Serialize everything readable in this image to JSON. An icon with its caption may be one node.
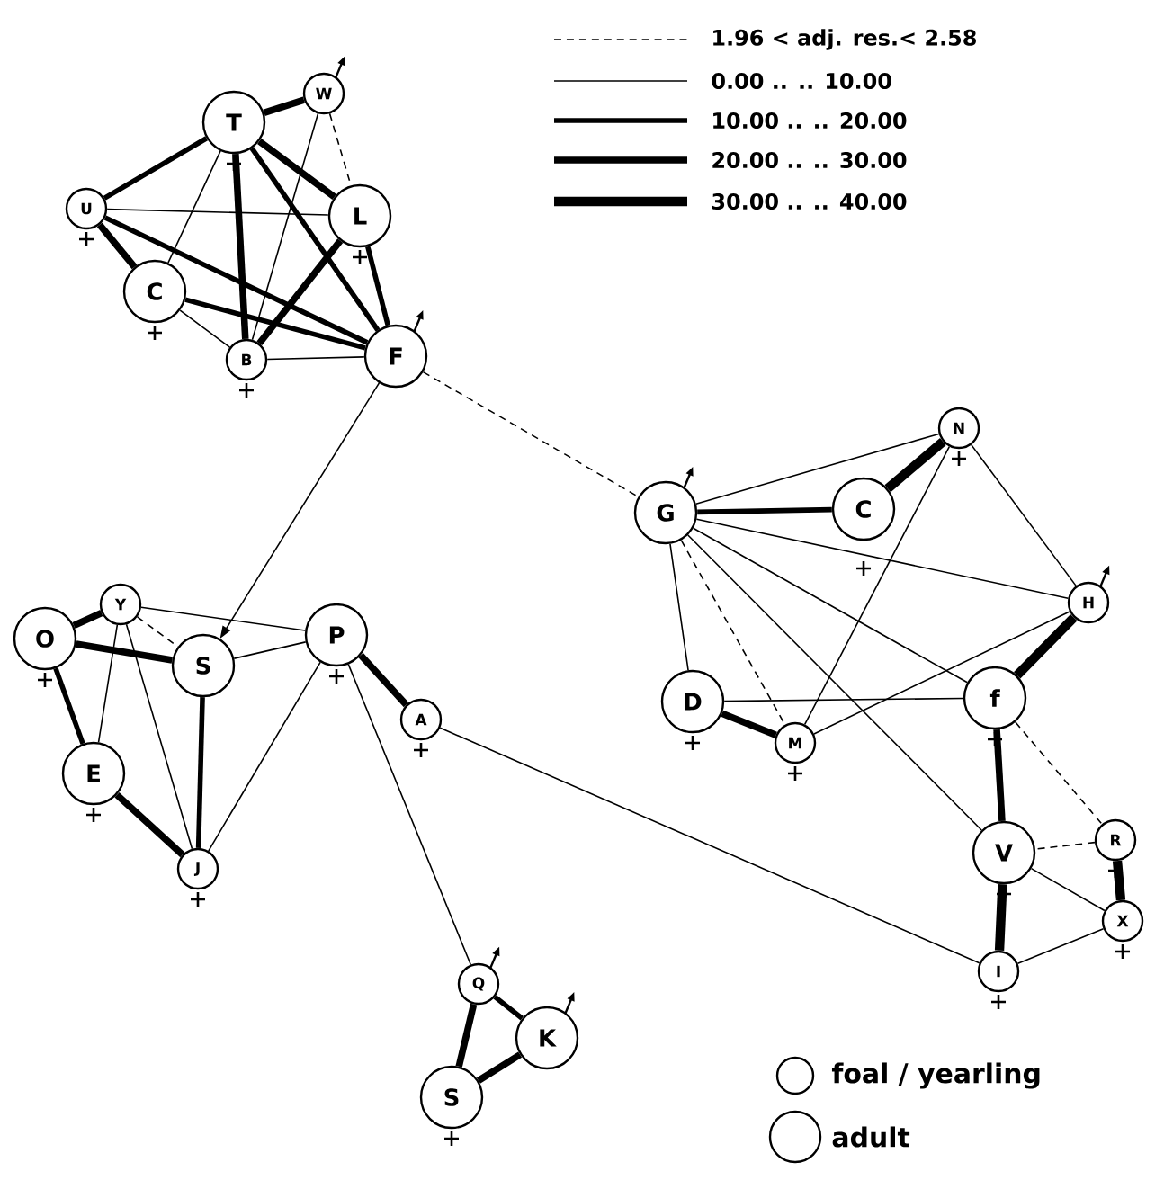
{
  "diagram": {
    "nodes": [
      {
        "text": [
          "T"
        ]
      },
      {
        "text": [
          "W"
        ]
      },
      {
        "text": [
          "U"
        ]
      },
      {
        "text": [
          "L"
        ]
      },
      {
        "text": [
          "C"
        ]
      },
      {
        "text": [
          "B"
        ]
      },
      {
        "text": [
          "F"
        ]
      },
      {
        "text": [
          "G"
        ]
      },
      {
        "text": [
          "C"
        ]
      },
      {
        "text": [
          "N"
        ]
      },
      {
        "text": [
          "H"
        ]
      },
      {
        "text": [
          "D"
        ]
      },
      {
        "text": [
          "M"
        ]
      },
      {
        "text": [
          "f"
        ]
      },
      {
        "text": [
          "R"
        ]
      },
      {
        "text": [
          "V"
        ]
      },
      {
        "text": [
          "X"
        ]
      },
      {
        "text": [
          "I"
        ]
      },
      {
        "text": [
          "Y"
        ]
      },
      {
        "text": [
          "O"
        ]
      },
      {
        "text": [
          "S"
        ]
      },
      {
        "text": [
          "P"
        ]
      },
      {
        "text": [
          "A"
        ]
      },
      {
        "text": [
          "E"
        ]
      },
      {
        "text": [
          "J"
        ]
      },
      {
        "text": [
          "Q"
        ]
      },
      {
        "text": [
          "K"
        ]
      },
      {
        "text": [
          "S"
        ]
      }
    ],
    "edges": [
      {
        "from": 0,
        "to": 1,
        "arrow": "none",
        "style": "thick"
      },
      {
        "from": 1,
        "to": 3,
        "arrow": "none",
        "style": "dashed"
      },
      {
        "from": 1,
        "to": 5,
        "arrow": "none"
      },
      {
        "from": 0,
        "to": 2,
        "arrow": "none",
        "style": "thick"
      },
      {
        "from": 0,
        "to": 4,
        "arrow": "none"
      },
      {
        "from": 0,
        "to": 5,
        "arrow": "none",
        "style": "thick"
      },
      {
        "from": 0,
        "to": 3,
        "arrow": "none",
        "style": "thick"
      },
      {
        "from": 0,
        "to": 6,
        "arrow": "none",
        "style": "thick"
      },
      {
        "from": 2,
        "to": 3,
        "arrow": "none"
      },
      {
        "from": 2,
        "to": 4,
        "arrow": "none",
        "style": "thick"
      },
      {
        "from": 2,
        "to": 6,
        "arrow": "none",
        "style": "thick"
      },
      {
        "from": 4,
        "to": 6,
        "arrow": "none",
        "style": "thick"
      },
      {
        "from": 4,
        "to": 5,
        "arrow": "none"
      },
      {
        "from": 3,
        "to": 5,
        "arrow": "none",
        "style": "thick"
      },
      {
        "from": 3,
        "to": 6,
        "arrow": "none",
        "style": "thick"
      },
      {
        "from": 5,
        "to": 6,
        "arrow": "none"
      },
      {
        "from": 6,
        "to": 7,
        "arrow": "none",
        "style": "dashed"
      },
      {
        "from": 6,
        "to": 20,
        "arrow": "to"
      },
      {
        "from": 7,
        "to": 9,
        "arrow": "none"
      },
      {
        "from": 7,
        "to": 8,
        "arrow": "none",
        "style": "thick"
      },
      {
        "from": 8,
        "to": 9,
        "arrow": "none",
        "style": "thick"
      },
      {
        "from": 7,
        "to": 10,
        "arrow": "none"
      },
      {
        "from": 7,
        "to": 11,
        "arrow": "none"
      },
      {
        "from": 7,
        "to": 12,
        "arrow": "none",
        "style": "dashed"
      },
      {
        "from": 7,
        "to": 15,
        "arrow": "none"
      },
      {
        "from": 7,
        "to": 13,
        "arrow": "none"
      },
      {
        "from": 9,
        "to": 12,
        "arrow": "none"
      },
      {
        "from": 9,
        "to": 10,
        "arrow": "none"
      },
      {
        "from": 10,
        "to": 13,
        "arrow": "none",
        "style": "thick"
      },
      {
        "from": 10,
        "to": 12,
        "arrow": "none"
      },
      {
        "from": 11,
        "to": 13,
        "arrow": "none"
      },
      {
        "from": 11,
        "to": 12,
        "arrow": "none",
        "style": "thick"
      },
      {
        "from": 13,
        "to": 15,
        "arrow": "none",
        "style": "thick"
      },
      {
        "from": 13,
        "to": 14,
        "arrow": "none",
        "style": "dashed"
      },
      {
        "from": 14,
        "to": 15,
        "arrow": "none",
        "style": "dashed"
      },
      {
        "from": 14,
        "to": 16,
        "arrow": "none",
        "style": "thick"
      },
      {
        "from": 15,
        "to": 16,
        "arrow": "none"
      },
      {
        "from": 15,
        "to": 17,
        "arrow": "none",
        "style": "thick"
      },
      {
        "from": 17,
        "to": 16,
        "arrow": "none"
      },
      {
        "from": 22,
        "to": 17,
        "arrow": "none"
      },
      {
        "from": 18,
        "to": 19,
        "arrow": "none",
        "style": "thick"
      },
      {
        "from": 18,
        "to": 20,
        "arrow": "none",
        "style": "dashed"
      },
      {
        "from": 18,
        "to": 21,
        "arrow": "none"
      },
      {
        "from": 18,
        "to": 23,
        "arrow": "none"
      },
      {
        "from": 18,
        "to": 24,
        "arrow": "none"
      },
      {
        "from": 19,
        "to": 20,
        "arrow": "none",
        "style": "thick"
      },
      {
        "from": 19,
        "to": 23,
        "arrow": "none",
        "style": "thick"
      },
      {
        "from": 20,
        "to": 21,
        "arrow": "none"
      },
      {
        "from": 20,
        "to": 24,
        "arrow": "none",
        "style": "thick"
      },
      {
        "from": 21,
        "to": 24,
        "arrow": "none"
      },
      {
        "from": 23,
        "to": 24,
        "arrow": "none",
        "style": "thick"
      },
      {
        "from": 21,
        "to": 22,
        "arrow": "none",
        "style": "thick"
      },
      {
        "from": 21,
        "to": 25,
        "arrow": "none"
      },
      {
        "from": 25,
        "to": 27,
        "arrow": "none",
        "style": "thick"
      },
      {
        "from": 25,
        "to": 26,
        "arrow": "none",
        "style": "thick"
      },
      {
        "from": 27,
        "to": 26,
        "arrow": "none",
        "style": "thick"
      }
    ],
    "legend": [
      {
        "text": "1.96 < adj. res.< 2.58"
      },
      {
        "text": "0.00 .. .. 10.00"
      },
      {
        "text": "10.00 .. .. 20.00"
      },
      {
        "text": "20.00 .. .. 30.00"
      },
      {
        "text": "30.00 .. .. 40.00"
      },
      {
        "text": "foal / yearling"
      },
      {
        "text": "adult"
      }
    ]
  }
}
